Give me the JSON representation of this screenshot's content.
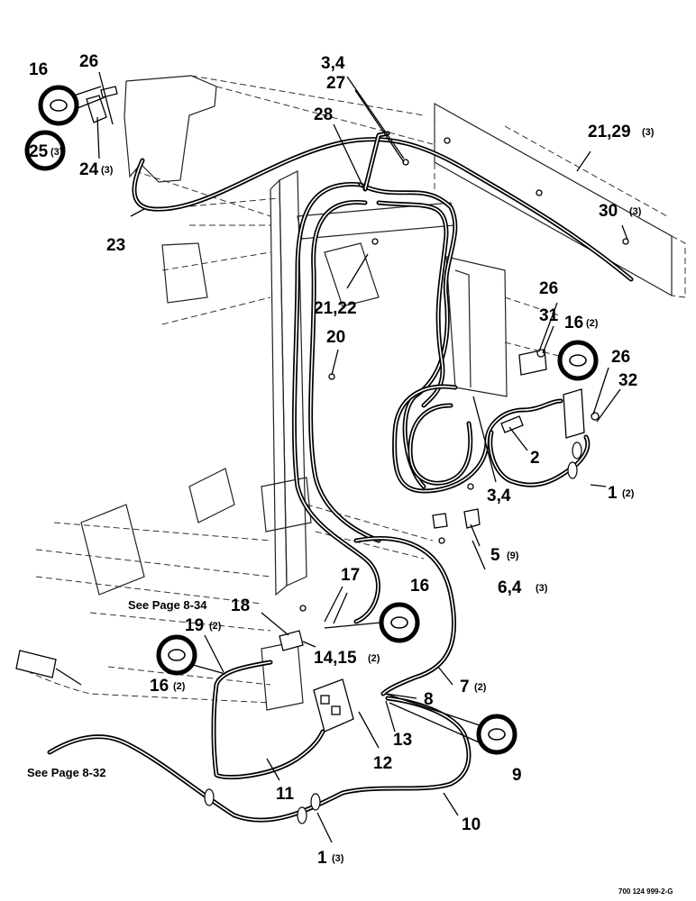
{
  "callouts": {
    "c16_tl": "16",
    "c26_tl": "26",
    "c25": "25",
    "c25_qty": "(3)",
    "c24": "24",
    "c24_qty": "(3)",
    "c23": "23",
    "c34_top": "3,4",
    "c27": "27",
    "c28": "28",
    "c21_29": "21,29",
    "c21_29_qty": "(3)",
    "c30": "30",
    "c30_qty": "(3)",
    "c21_22": "21,22",
    "c20": "20",
    "c26_r1": "26",
    "c31": "31",
    "c16_r": "16",
    "c16_r_qty": "(2)",
    "c26_r2": "26",
    "c32": "32",
    "c2": "2",
    "c34_mid": "3,4",
    "c1_r": "1",
    "c1_r_qty": "(2)",
    "c5": "5",
    "c5_qty": "(9)",
    "c6_4": "6,4",
    "c6_4_qty": "(3)",
    "c17": "17",
    "c16_mid": "16",
    "c18": "18",
    "c19": "19",
    "c19_qty": "(2)",
    "c14_15": "14,15",
    "c14_15_qty": "(2)",
    "c16_l": "16",
    "c16_l_qty": "(2)",
    "c7": "7",
    "c7_qty": "(2)",
    "c8": "8",
    "c13": "13",
    "c12": "12",
    "c11": "11",
    "c9": "9",
    "c10": "10",
    "c1_b": "1",
    "c1_b_qty": "(3)"
  },
  "notes": {
    "see_page_834": "See Page 8-34",
    "see_page_832": "See Page 8-32"
  },
  "document_number": "700 124 999-2-G"
}
